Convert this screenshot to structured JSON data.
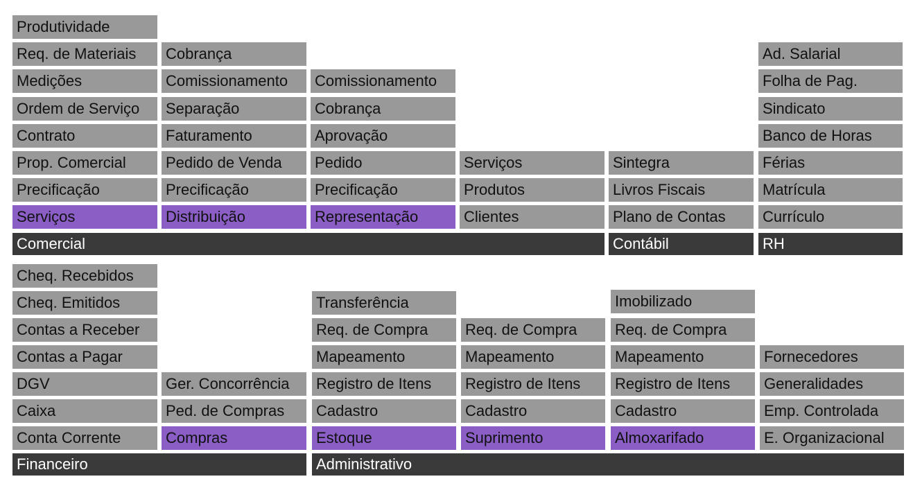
{
  "colors": {
    "module": "#999999",
    "root": "#8a5ec4",
    "area": "#3a3a3a"
  },
  "top": {
    "areas": {
      "comercial": "Comercial",
      "contabil": "Contábil",
      "rh": "RH"
    },
    "servicos": [
      "Produtividade",
      "Req. de Materiais",
      "Medições",
      "Ordem de Serviço",
      "Contrato",
      "Prop. Comercial",
      "Precificação",
      "Serviços"
    ],
    "distribuicao": [
      "Cobrança",
      "Comissionamento",
      "Separação",
      "Faturamento",
      "Pedido de Venda",
      "Precificação",
      "Distribuição"
    ],
    "representacao": [
      "Comissionamento",
      "Cobrança",
      "Aprovação",
      "Pedido",
      "Precificação",
      "Representação"
    ],
    "cadastros": [
      "Serviços",
      "Produtos",
      "Clientes"
    ],
    "contabil": [
      "Sintegra",
      "Livros Fiscais",
      "Plano de Contas"
    ],
    "rh": [
      "Ad. Salarial",
      "Folha de Pag.",
      "Sindicato",
      "Banco de Horas",
      "Férias",
      "Matrícula",
      "Currículo"
    ]
  },
  "bottom": {
    "areas": {
      "financeiro": "Financeiro",
      "administrativo": "Administrativo"
    },
    "financeiro": [
      "Cheq. Recebidos",
      "Cheq. Emitidos",
      "Contas a Receber",
      "Contas a Pagar",
      "DGV",
      "Caixa",
      "Conta Corrente"
    ],
    "compras": [
      "Ger. Concorrência",
      "Ped. de Compras",
      "Compras"
    ],
    "estoque": [
      "Transferência",
      "Req. de Compra",
      "Mapeamento",
      "Registro de Itens",
      "Cadastro",
      "Estoque"
    ],
    "suprimento": [
      "Req. de Compra",
      "Mapeamento",
      "Registro de Itens",
      "Cadastro",
      "Suprimento"
    ],
    "almoxarifado": [
      "Imobilizado",
      "Req. de Compra",
      "Mapeamento",
      "Registro de Itens",
      "Cadastro",
      "Almoxarifado"
    ],
    "geral": [
      "Fornecedores",
      "Generalidades",
      "Emp. Controlada",
      "E. Organizacional"
    ]
  }
}
